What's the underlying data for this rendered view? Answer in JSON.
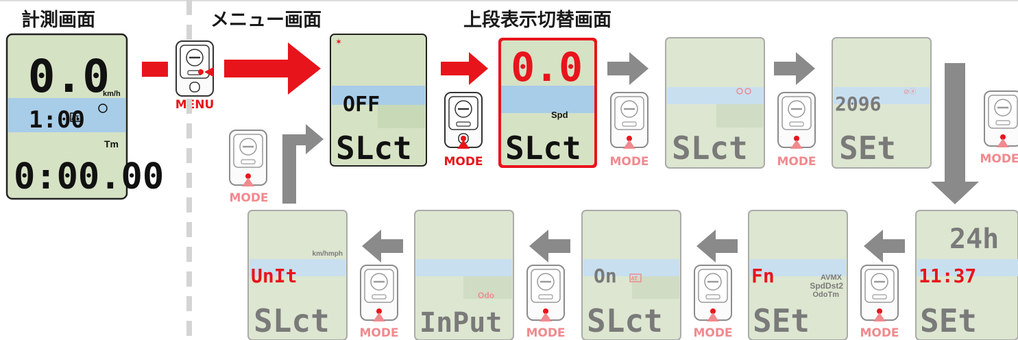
{
  "headings": {
    "measurement": "計測画面",
    "menu": "メニュー画面",
    "upper_switch": "上段表示切替画面"
  },
  "buttons": {
    "menu": "MENU",
    "mode": "MODE"
  },
  "screens": {
    "measure": {
      "speed": "0.0",
      "speed_unit": "km/h",
      "mid": "1:00",
      "at": "AT",
      "bottom": "0:00.00",
      "tm": "Tm"
    },
    "menu_off": {
      "mid": "OFF",
      "bottom": "SLct"
    },
    "upper_spd": {
      "top": "0.0",
      "mid": "Spd",
      "bottom": "SLct"
    },
    "grey_slct": {
      "bottom": "SLct"
    },
    "circ_set": {
      "mid": "2096",
      "bottom": "SEt"
    },
    "clock_set": {
      "top": "24h",
      "mid": "11:37",
      "bottom": "SEt"
    },
    "fn_set": {
      "mid": "Fn",
      "labels": [
        "AVMX",
        "SpdDst2",
        "OdoTm"
      ],
      "bottom": "SEt"
    },
    "auto_slct": {
      "mid": "On",
      "at": "AT",
      "bottom": "SLct"
    },
    "odo_input": {
      "mid": "Odo",
      "bottom": "InPut"
    },
    "unit_slct": {
      "unit": "km/hmph",
      "mid": "UnIt",
      "bottom": "SLct"
    }
  },
  "colors": {
    "lcd": "#d6e2c4",
    "lcd_band": "#a8cde8",
    "lcd_band_light": "#c8dff0",
    "active_arrow": "#e8141c",
    "flow_arrow": "#8a8a8a",
    "mode_red": "#e8141c",
    "mode_pink": "#f08a8e"
  }
}
